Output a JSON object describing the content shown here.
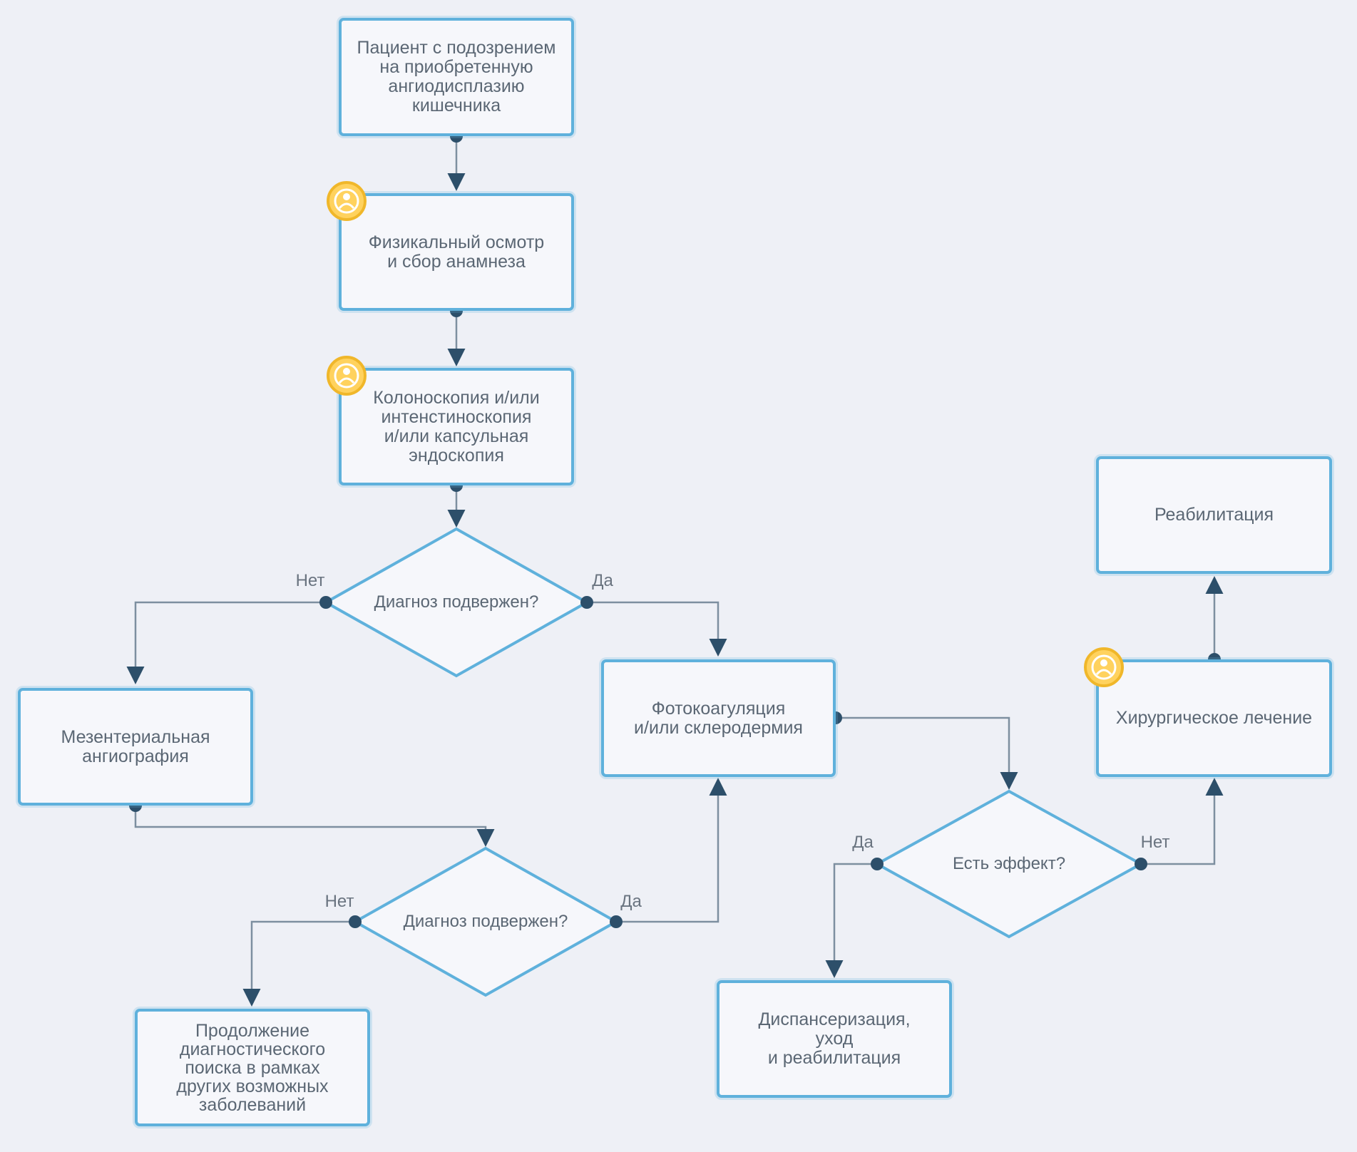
{
  "nodes": {
    "patient": "Пациент с подозрением\nна приобретенную\nангиодисплазию\nкишечника",
    "exam": "Физикальный осмотр\nи сбор анамнеза",
    "endoscopy": "Колоноскопия и/или\nинтенстиноскопия\nи/или капсульная\nэндоскопия",
    "angiography": "Мезентериальная\nангиография",
    "photocoag": "Фотокоагуляция\nи/или склеродермия",
    "continue_search": "Продолжение\nдиагностического\nпоиска в рамках\nдругих возможных\nзаболеваний",
    "dispensary": "Диспансеризация,\nуход\nи реабилитация",
    "surgery": "Хирургическое лечение",
    "rehab": "Реабилитация"
  },
  "decisions": {
    "diag1": "Диагноз подвержен?",
    "diag2": "Диагноз подвержен?",
    "effect": "Есть эффект?"
  },
  "edge_labels": {
    "diag1_no": "Нет",
    "diag1_yes": "Да",
    "diag2_no": "Нет",
    "diag2_yes": "Да",
    "effect_yes": "Да",
    "effect_no": "Нет"
  },
  "badges": [
    "expert-icon",
    "expert-icon",
    "expert-icon",
    "expert-icon"
  ],
  "colors": {
    "node_border": "#5fb1dc",
    "connector": "#2d4f6a",
    "text": "#5b6774",
    "badge_fill": "#ffd25e",
    "badge_border": "#f0b72a"
  }
}
